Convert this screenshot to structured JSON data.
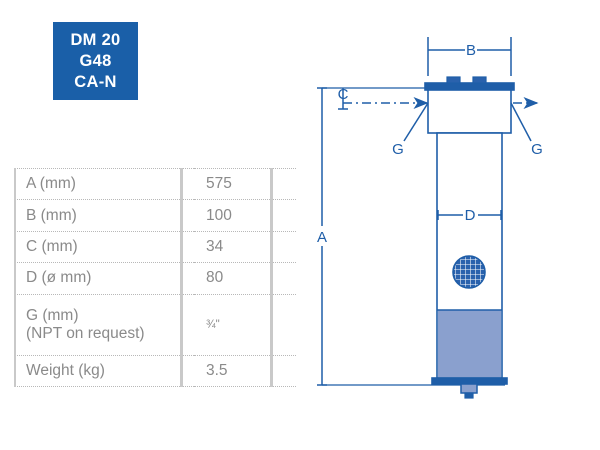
{
  "badge": {
    "line1": "DM 20",
    "line2": "G48",
    "line3": "CA-N",
    "color": "#1a5fa8"
  },
  "spec_table": {
    "rows": [
      {
        "label": "A (mm)",
        "label2": "",
        "value": "575",
        "value_style": "normal"
      },
      {
        "label": "B (mm)",
        "label2": "",
        "value": "100",
        "value_style": "normal"
      },
      {
        "label": "C (mm)",
        "label2": "",
        "value": "34",
        "value_style": "normal"
      },
      {
        "label": "D (ø mm)",
        "label2": "",
        "value": "80",
        "value_style": "normal"
      },
      {
        "label": "G (mm)",
        "label2": "(NPT on request)",
        "value": "¾\"",
        "value_style": "fraction"
      },
      {
        "label": "Weight (kg)",
        "label2": "",
        "value": "3.5",
        "value_style": "normal"
      }
    ],
    "text_color": "#8a8a8a",
    "border_color": "#b8b8b8"
  },
  "drawing": {
    "title": "filter-housing-technical-drawing",
    "line_color": "#1a5fa8",
    "fill_color": "#8aa0ce",
    "dimension_labels": {
      "A": "A",
      "B": "B",
      "C": "C",
      "D": "D",
      "G_left": "G",
      "G_right": "G"
    }
  }
}
